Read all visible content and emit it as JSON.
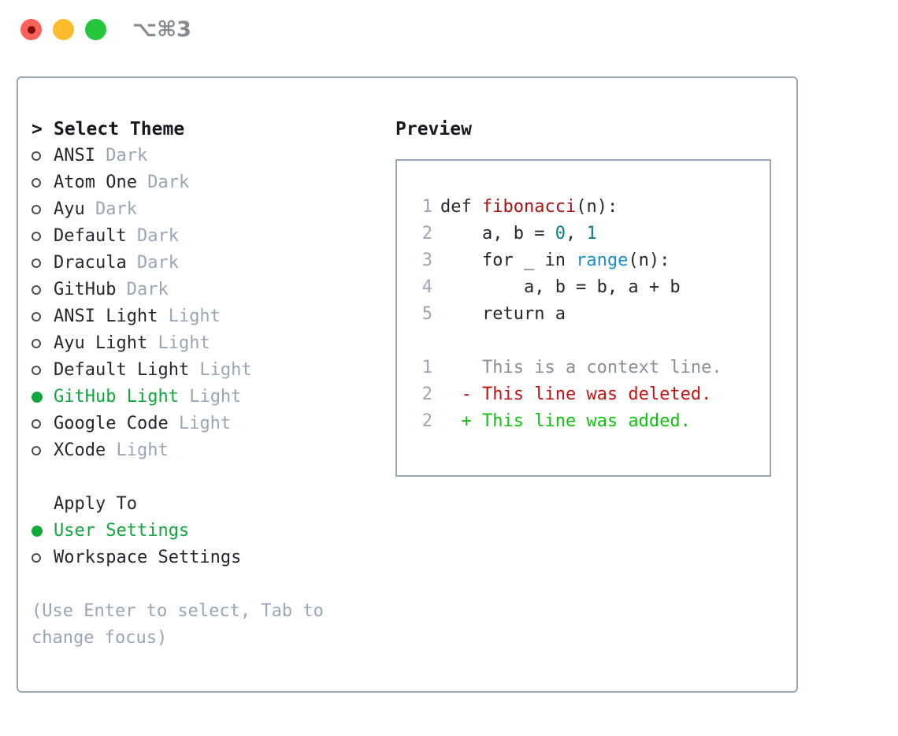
{
  "window": {
    "title": "⌥⌘3",
    "traffic_lights": [
      {
        "name": "close",
        "color": "#fd6058"
      },
      {
        "name": "minimize",
        "color": "#fdbc2c"
      },
      {
        "name": "maximize",
        "color": "#25c53c"
      }
    ]
  },
  "theme_picker": {
    "header_marker": ">",
    "header_label": "Select Theme",
    "items": [
      {
        "marker": "o",
        "name": "ANSI",
        "kind": "Dark",
        "selected": false
      },
      {
        "marker": "o",
        "name": "Atom One",
        "kind": "Dark",
        "selected": false
      },
      {
        "marker": "o",
        "name": "Ayu",
        "kind": "Dark",
        "selected": false
      },
      {
        "marker": "o",
        "name": "Default",
        "kind": "Dark",
        "selected": false
      },
      {
        "marker": "o",
        "name": "Dracula",
        "kind": "Dark",
        "selected": false
      },
      {
        "marker": "o",
        "name": "GitHub",
        "kind": "Dark",
        "selected": false
      },
      {
        "marker": "o",
        "name": "ANSI Light",
        "kind": "Light",
        "selected": false
      },
      {
        "marker": "o",
        "name": "Ayu Light",
        "kind": "Light",
        "selected": false
      },
      {
        "marker": "o",
        "name": "Default Light",
        "kind": "Light",
        "selected": false
      },
      {
        "marker": "●",
        "name": "GitHub Light",
        "kind": "Light",
        "selected": true
      },
      {
        "marker": "o",
        "name": "Google Code",
        "kind": "Light",
        "selected": false
      },
      {
        "marker": "o",
        "name": "XCode",
        "kind": "Light",
        "selected": false
      }
    ]
  },
  "apply_to": {
    "header_label": "Apply To",
    "items": [
      {
        "marker": "●",
        "label": "User Settings",
        "selected": true
      },
      {
        "marker": "o",
        "label": "Workspace Settings",
        "selected": false
      }
    ]
  },
  "hint": "(Use Enter to select, Tab to change focus)",
  "preview": {
    "title": "Preview",
    "code_lines": [
      {
        "num": "1",
        "segments": [
          {
            "text": "def ",
            "type": "plain"
          },
          {
            "text": "fibonacci",
            "type": "fn"
          },
          {
            "text": "(n):",
            "type": "plain"
          }
        ]
      },
      {
        "num": "2",
        "segments": [
          {
            "text": "    a, b = ",
            "type": "plain"
          },
          {
            "text": "0",
            "type": "num"
          },
          {
            "text": ", ",
            "type": "plain"
          },
          {
            "text": "1",
            "type": "num"
          }
        ]
      },
      {
        "num": "3",
        "segments": [
          {
            "text": "    for _ in ",
            "type": "plain"
          },
          {
            "text": "range",
            "type": "call"
          },
          {
            "text": "(n):",
            "type": "plain"
          }
        ]
      },
      {
        "num": "4",
        "segments": [
          {
            "text": "        a, b = b, a + b",
            "type": "plain"
          }
        ]
      },
      {
        "num": "5",
        "segments": [
          {
            "text": "    return a",
            "type": "plain"
          }
        ]
      }
    ],
    "diff_lines": [
      {
        "num": "1",
        "sign": "  ",
        "text": "This is a context line.",
        "type": "ctx"
      },
      {
        "num": "2",
        "sign": "- ",
        "text": "This line was deleted.",
        "type": "del"
      },
      {
        "num": "2",
        "sign": "+ ",
        "text": "This line was added.",
        "type": "add"
      }
    ]
  },
  "colors": {
    "accent_green": "#10a83c",
    "muted": "#9aa5b5",
    "border": "#9aa5b5",
    "text": "#24282e",
    "diff_add": "#0ec30e",
    "diff_del": "#cc1111",
    "token_fn": "#aa1111",
    "token_num": "#0a7f81",
    "token_call": "#1a8fd0"
  }
}
